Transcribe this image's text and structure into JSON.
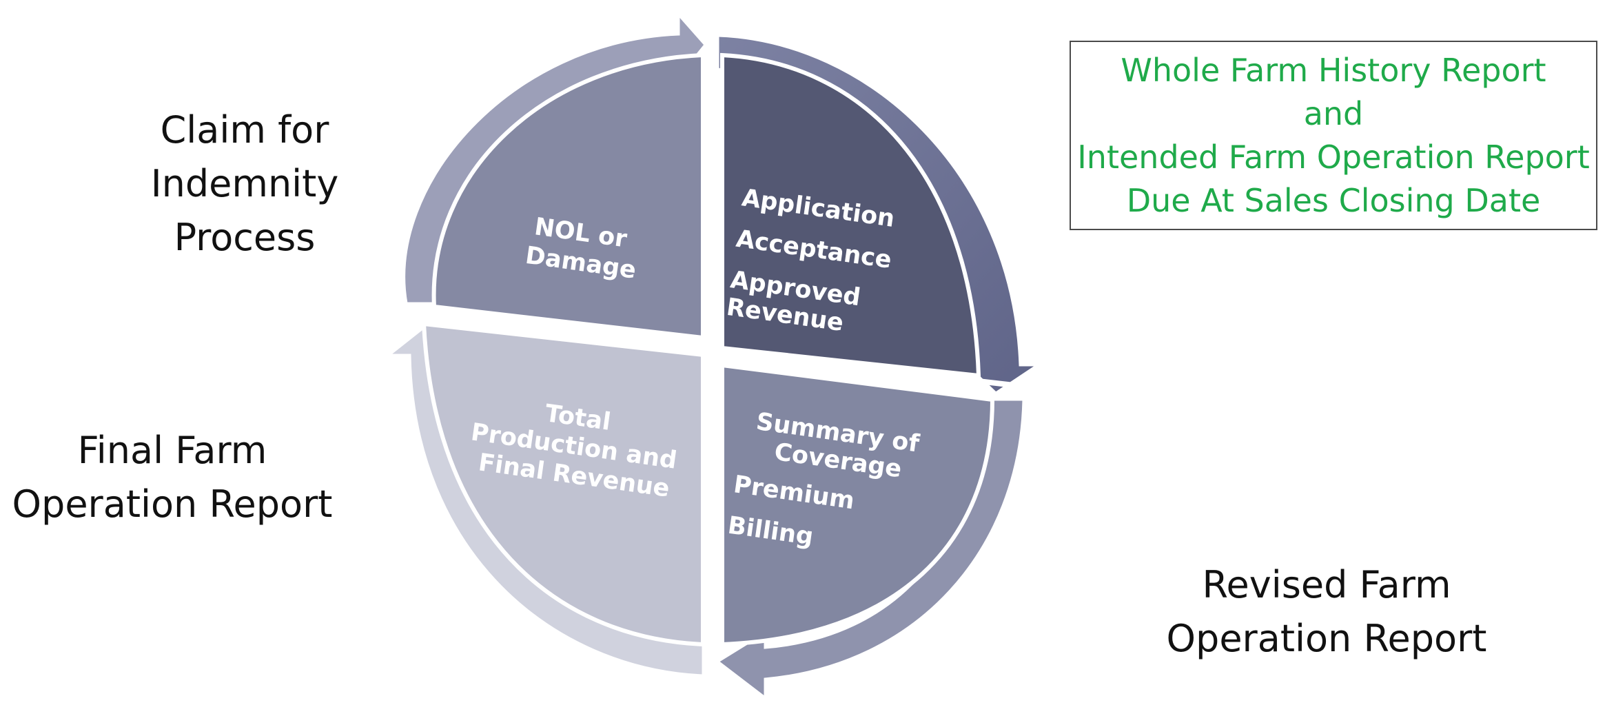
{
  "labels": {
    "claim": [
      "Claim for",
      "Indemnity",
      "Process"
    ],
    "final": [
      "Final Farm",
      "Operation Report"
    ],
    "revised": [
      "Revised Farm",
      "Operation Report"
    ]
  },
  "info_box": {
    "lines": [
      "Whole Farm History Report",
      "and",
      "Intended Farm Operation Report",
      "Due At Sales Closing Date"
    ],
    "text_color": "#1faa4a"
  },
  "quadrants": {
    "top_left": {
      "lines": [
        "NOL or",
        "Damage"
      ],
      "color": "#8589a3"
    },
    "top_right": {
      "lines": [
        "Application",
        "Acceptance",
        "Approved",
        "Revenue"
      ],
      "color": "#545873"
    },
    "bottom_right": {
      "lines": [
        "Summary of",
        "Coverage",
        "Premium",
        "Billing"
      ],
      "color": "#8287a1"
    },
    "bottom_left": {
      "lines": [
        "Total",
        "Production and",
        "Final Revenue"
      ],
      "color": "#c0c2d1"
    }
  }
}
